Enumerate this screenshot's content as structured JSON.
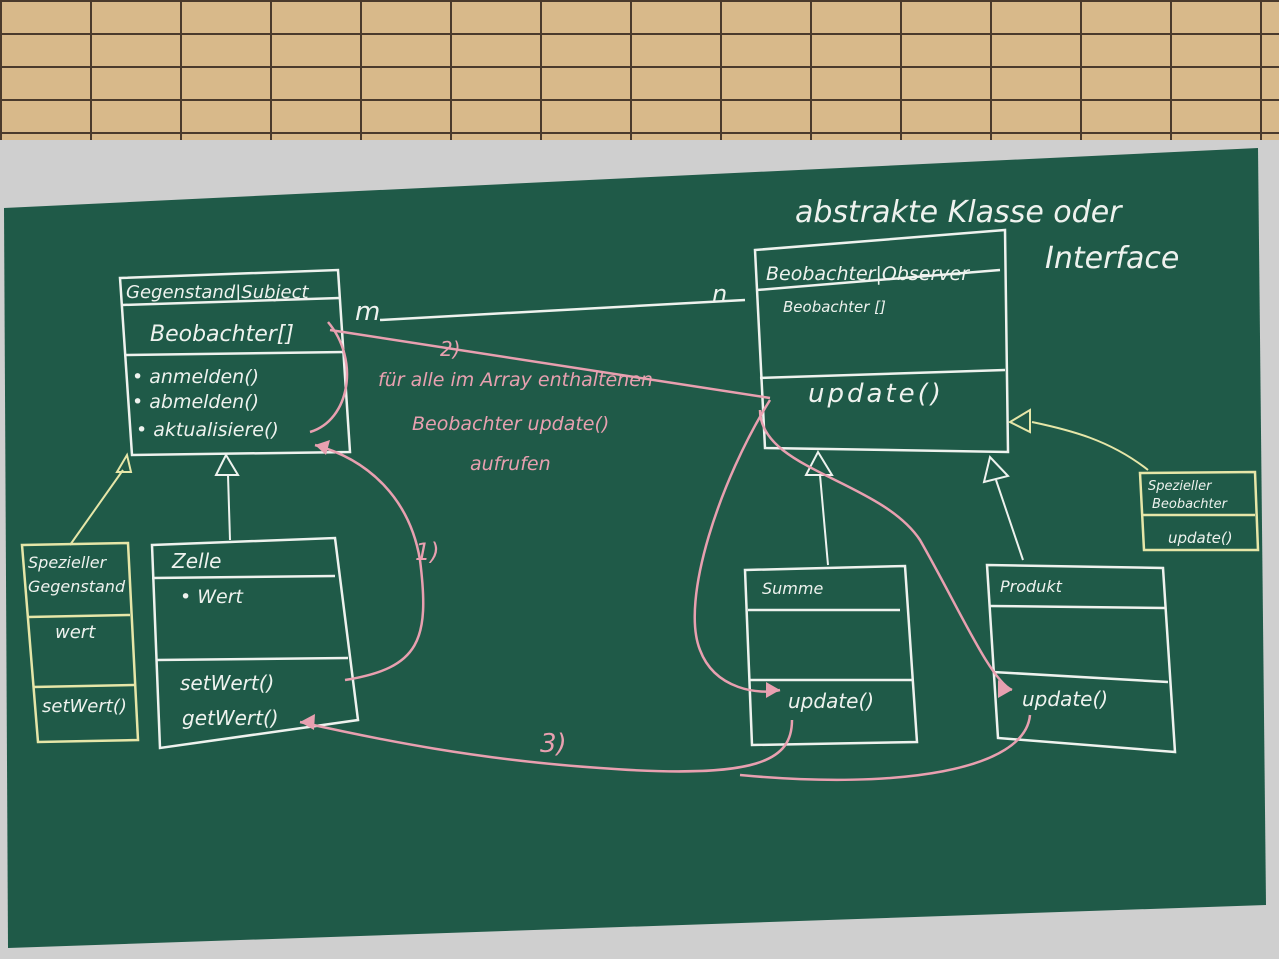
{
  "header_note": {
    "line1": "abstrakte Klasse oder",
    "line2": "Interface"
  },
  "subject_class": {
    "title": "Gegenstand|Subject",
    "attribute": "Beobachter[]",
    "methods": [
      "• anmelden()",
      "• abmelden()",
      "• aktualisiere()"
    ],
    "multiplicity": "m"
  },
  "observer_class": {
    "title": "Beobachter|Observer",
    "attribute": "Beobachter []",
    "method": "update()",
    "multiplicity": "n"
  },
  "special_subject": {
    "title_line1": "Spezieller",
    "title_line2": "Gegenstand",
    "attribute": "wert",
    "method": "setWert()"
  },
  "cell_class": {
    "title": "Zelle",
    "attribute": "• Wert",
    "methods": [
      "setWert()",
      "getWert()"
    ]
  },
  "sum_class": {
    "title": "Summe",
    "method": "update()"
  },
  "product_class": {
    "title": "Produkt",
    "method": "update()"
  },
  "special_observer": {
    "title_line1": "Spezieller",
    "title_line2": "Beobachter",
    "method": "update()"
  },
  "annotations": {
    "step1": "1)",
    "step2": "2)",
    "step3": "3)",
    "note_line1": "für alle im Array enthaltenen",
    "note_line2": "Beobachter update()",
    "note_line3": "aufrufen"
  },
  "colors": {
    "board": "#1f5a48",
    "chalk": "#eef2ee",
    "pink": "#e8a0b0",
    "yellow": "#e6e6a8",
    "brick": "#d8b98a"
  }
}
